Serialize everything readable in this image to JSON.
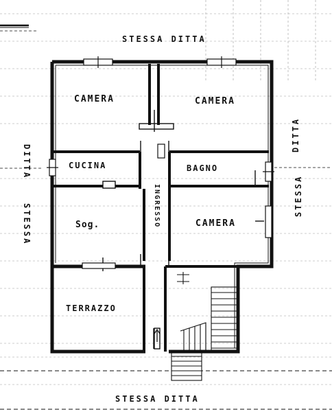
{
  "plan": {
    "rooms": [
      {
        "id": "camera_nw",
        "label": "CAMERA"
      },
      {
        "id": "camera_ne",
        "label": "CAMERA"
      },
      {
        "id": "cucina",
        "label": "CUCINA"
      },
      {
        "id": "bagno",
        "label": "BAGNO"
      },
      {
        "id": "soggiorno",
        "label": "Sog."
      },
      {
        "id": "camera_e",
        "label": "CAMERA"
      },
      {
        "id": "terrazzo",
        "label": "TERRAZZO"
      },
      {
        "id": "corridoio",
        "label": "INGRESSO"
      }
    ],
    "boundaries": {
      "north": "STESSA DITTA",
      "south": "STESSA DITTA",
      "west_top": "DITTA",
      "west_bottom": "STESSA",
      "east_top": "DITTA",
      "east_bottom": "STESSA"
    },
    "colors": {
      "ink": "#111111",
      "grid": "#9a9a9a"
    }
  }
}
